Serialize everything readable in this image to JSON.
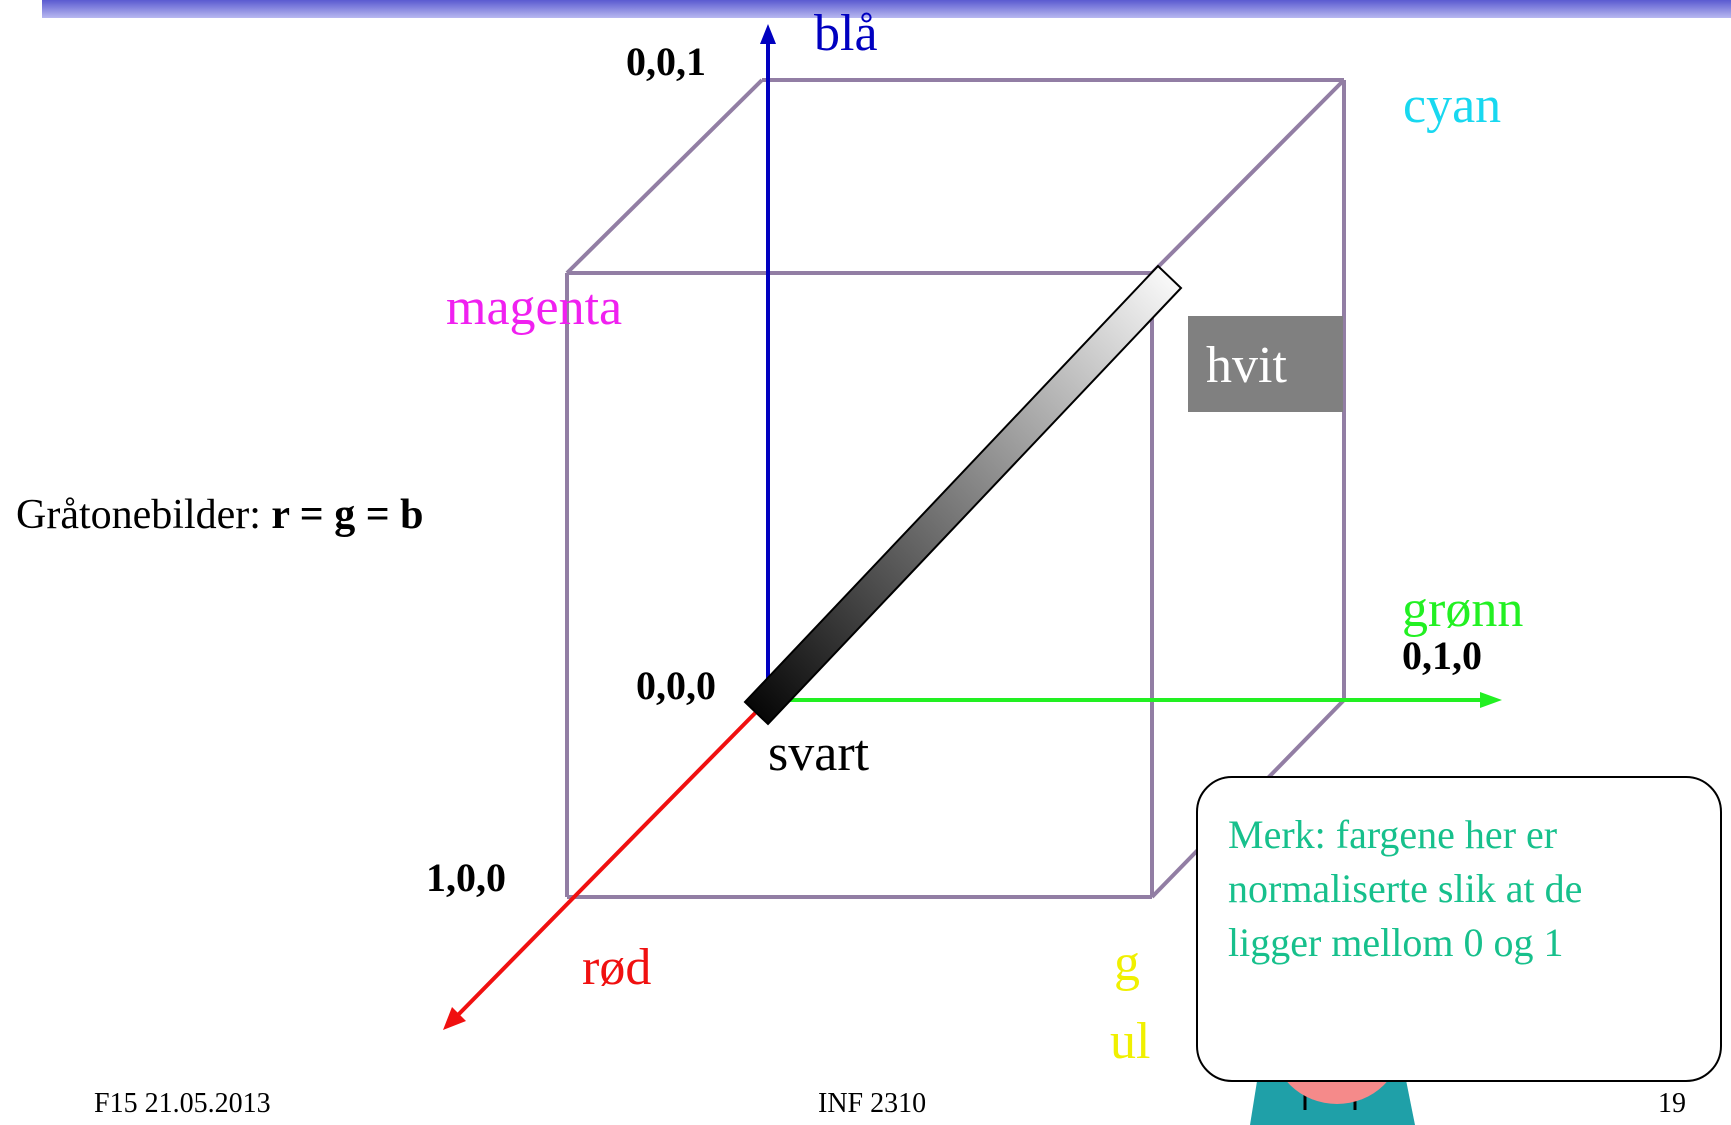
{
  "labels": {
    "blue_axis": "blå",
    "cyan": "cyan",
    "magenta": "magenta",
    "white": "hvit",
    "green_axis": "grønn",
    "black": "svart",
    "red_axis": "rød",
    "yellow_line1": "g",
    "yellow_line2": "ul"
  },
  "coordinates": {
    "blue": "0,0,1",
    "origin": "0,0,0",
    "green": "0,1,0",
    "red": "1,0,0"
  },
  "grayscale": {
    "prefix": "Gråtonebilder: ",
    "formula": "r = g = b"
  },
  "note": {
    "lines": [
      "Merk: fargene her er",
      "normaliserte slik at de",
      "ligger mellom 0 og 1"
    ]
  },
  "footer": {
    "left": "F15 21.05.2013",
    "center": "INF 2310",
    "right": "19"
  },
  "colors": {
    "blue": "#0000c0",
    "cyan": "#18d8f0",
    "magenta": "#f020f0",
    "green": "#22f022",
    "red": "#f01010",
    "yellow": "#f0f000",
    "cube_edge": "#927ea4",
    "note_text": "#17c08c",
    "header_bar": "#6a6ad8"
  }
}
